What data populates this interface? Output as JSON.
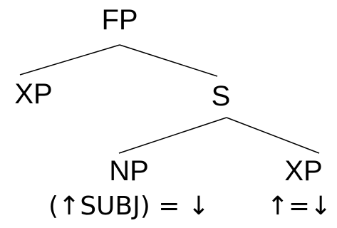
{
  "tree": {
    "root": {
      "label": "FP"
    },
    "left_child": {
      "label": "XP"
    },
    "right_child": {
      "label": "S"
    },
    "s_left": {
      "label": "NP",
      "annotation": "(↑SUBJ) = ↓"
    },
    "s_right": {
      "label": "XP",
      "annotation": "↑=↓"
    }
  },
  "colors": {
    "ink": "#000000",
    "background": "#ffffff"
  }
}
